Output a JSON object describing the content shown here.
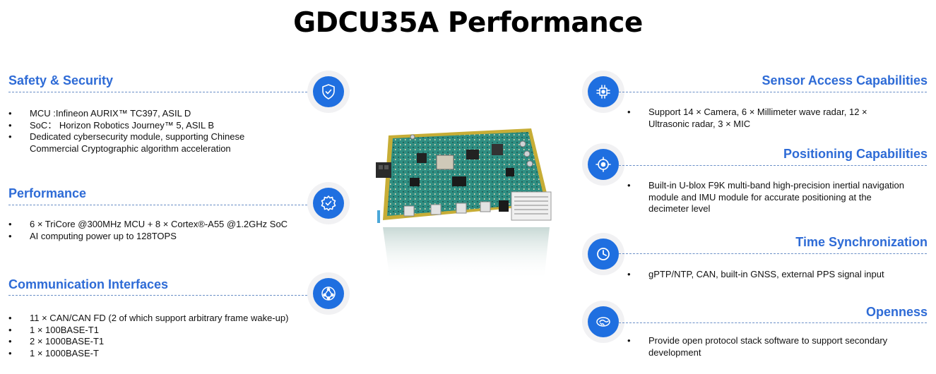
{
  "title": "GDCU35A Performance",
  "colors": {
    "accent": "#2E6BD6",
    "icon_bg": "#1f6fe0",
    "dash": "#6a8fc7",
    "pcb": "#2e8f83"
  },
  "left": [
    {
      "title": "Safety & Security",
      "icon": "shield-check-icon",
      "items": [
        "MCU :Infineon AURIX™  TC397, ASIL D",
        "SoC： Horizon Robotics Journey™ 5, ASIL B",
        "Dedicated cybersecurity module, supporting Chinese Commercial Cryptographic algorithm acceleration"
      ]
    },
    {
      "title": "Performance",
      "icon": "gear-check-icon",
      "items": [
        "6 × TriCore @300MHz MCU + 8 × Cortex®-A55 @1.2GHz SoC",
        "AI computing power up to 128TOPS"
      ]
    },
    {
      "title": "Communication Interfaces",
      "icon": "network-icon",
      "items": [
        "11 × CAN/CAN FD (2 of which support arbitrary frame wake-up)",
        "1 ×  100BASE-T1",
        "2 ×  1000BASE-T1",
        "1 ×  1000BASE-T"
      ]
    }
  ],
  "right": [
    {
      "title": "Sensor Access Capabilities",
      "icon": "chip-icon",
      "items": [
        "Support 14 × Camera, 6 × Millimeter wave radar, 12 × Ultrasonic radar, 3 × MIC"
      ]
    },
    {
      "title": "Positioning Capabilities",
      "icon": "target-icon",
      "items": [
        "Built-in U-blox F9K multi-band high-precision inertial navigation module and IMU  module for accurate positioning at the decimeter level"
      ]
    },
    {
      "title": "Time Synchronization",
      "icon": "clock-icon",
      "items": [
        "gPTP/NTP, CAN,  built-in GNSS,  external PPS signal input"
      ]
    },
    {
      "title": "Openness",
      "icon": "handshake-icon",
      "items": [
        "Provide open protocol stack software to support secondary development"
      ]
    }
  ],
  "image": {
    "name": "gdcu35a-circuit-board"
  }
}
